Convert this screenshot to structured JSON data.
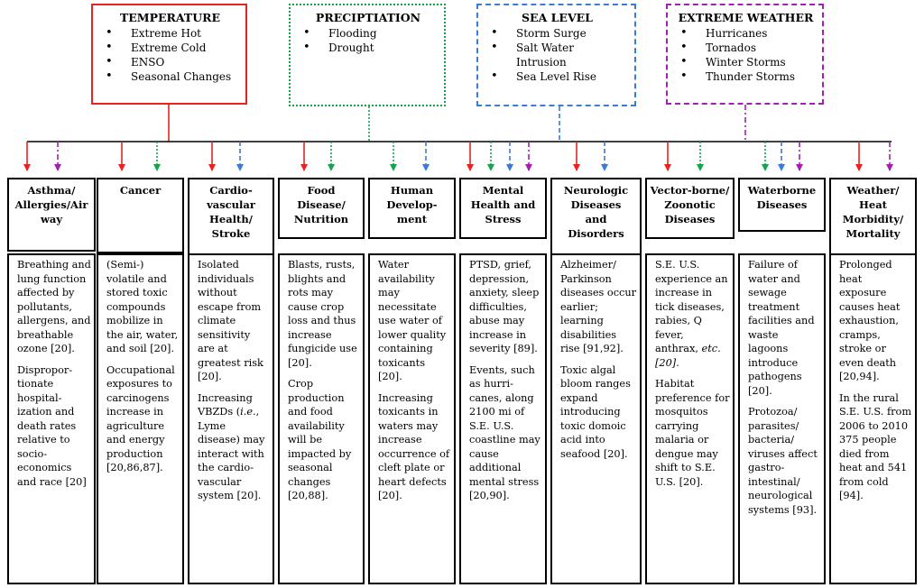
{
  "categories": [
    {
      "id": "temperature",
      "title": "TEMPERATURE",
      "color": "#e8231f",
      "style": "solid",
      "items": [
        "Extreme Hot",
        "Extreme Cold",
        "ENSO",
        "Seasonal Changes"
      ]
    },
    {
      "id": "precipitation",
      "title": "PRECIPTIATION",
      "color": "#16a34a",
      "style": "dotted",
      "items": [
        "Flooding",
        "Drought"
      ]
    },
    {
      "id": "sea-level",
      "title": "SEA LEVEL",
      "color": "#3b7bd0",
      "style": "dashed",
      "items": [
        "Storm Surge",
        "Salt Water Intrusion",
        "Sea Level Rise"
      ]
    },
    {
      "id": "extreme-weather",
      "title": "EXTREME WEATHER",
      "color": "#a020b0",
      "style": "dashdot",
      "items": [
        "Hurricanes",
        "Tornados",
        "Winter Storms",
        "Thunder Storms"
      ]
    }
  ],
  "effects": [
    {
      "id": "asthma",
      "header": [
        "Asthma/",
        "Allergies/Air",
        "way"
      ],
      "paragraphs": [
        [
          "Breathing and lung function affected by pollutants, allergens, and breathable ozone [20]."
        ],
        [
          "Dispropor-tionate hospital-ization and death rates relative to socio-economics and race [20]"
        ]
      ]
    },
    {
      "id": "cancer",
      "header": [
        "Cancer"
      ],
      "paragraphs": [
        [
          "(Semi-) volatile and stored toxic compounds mobilize in the air, water, and soil [20]."
        ],
        [
          "Occupational exposures to carcinogens increase in agriculture and energy production [20,86,87]."
        ]
      ]
    },
    {
      "id": "cardio",
      "header": [
        "Cardio-",
        "vascular",
        "Health/",
        "Stroke"
      ],
      "paragraphs": [
        [
          "Isolated individuals without escape from climate sensitivity are at greatest risk [20]."
        ],
        [
          "Increasing VBZDs (",
          "i.e.",
          ", Lyme disease) may interact with the cardio-vascular system [20]."
        ]
      ]
    },
    {
      "id": "food",
      "header": [
        "Food",
        "Disease/",
        "Nutrition"
      ],
      "paragraphs": [
        [
          "Blasts, rusts, blights and rots may cause crop loss and thus increase fungicide use [20]."
        ],
        [
          "Crop production and food availability will be impacted by seasonal changes [20,88]."
        ]
      ]
    },
    {
      "id": "human-dev",
      "header": [
        "Human",
        "Develop-",
        "ment"
      ],
      "paragraphs": [
        [
          "Water availability may necessitate use water of lower quality containing toxicants [20]."
        ],
        [
          "Increasing toxicants in waters may increase occurrence of cleft plate or heart defects [20]."
        ]
      ]
    },
    {
      "id": "mental",
      "header": [
        "Mental",
        "Health and",
        "Stress"
      ],
      "paragraphs": [
        [
          "PTSD, grief, depression, anxiety, sleep difficulties, abuse may increase in severity [89]."
        ],
        [
          "Events, such as hurri-canes, along 2100 mi of S.E. U.S. coastline may cause additional mental stress [20,90]."
        ]
      ]
    },
    {
      "id": "neuro",
      "header": [
        "Neurologic",
        "Diseases",
        "and",
        "Disorders"
      ],
      "paragraphs": [
        [
          "Alzheimer/ Parkinson diseases occur earlier; learning disabilities rise [91,92]."
        ],
        [
          "Toxic algal bloom ranges expand introducing toxic domoic acid into seafood [20]."
        ]
      ]
    },
    {
      "id": "vector",
      "header": [
        "Vector-borne/",
        "Zoonotic",
        "Diseases"
      ],
      "paragraphs": [
        [
          "S.E. U.S. experience an increase in tick diseases, rabies, Q fever, anthrax, ",
          "etc.",
          "",
          " [20]."
        ],
        [
          "Habitat preference for mosquitos carrying malaria or dengue may shift to S.E. U.S. [20]."
        ]
      ]
    },
    {
      "id": "waterborne",
      "header": [
        "Waterborne",
        "Diseases"
      ],
      "paragraphs": [
        [
          "Failure of water and sewage treatment facilities and waste lagoons introduce pathogens [20]."
        ],
        [
          "Protozoa/ parasites/ bacteria/ viruses affect gastro-intestinal/ neurological systems [93]."
        ]
      ]
    },
    {
      "id": "weather-heat",
      "header": [
        "Weather/",
        "Heat",
        "Morbidity/",
        "Mortality"
      ],
      "paragraphs": [
        [
          "Prolonged heat exposure causes heat exhaustion, cramps, stroke or even death [20,94]."
        ],
        [
          "In the rural S.E. U.S. from 2006 to 2010 375 people died from heat and 541 from cold [94]."
        ]
      ]
    }
  ],
  "links": [
    {
      "effect": "asthma",
      "categories": [
        "temperature",
        "extreme-weather"
      ]
    },
    {
      "effect": "cancer",
      "categories": [
        "temperature",
        "precipitation"
      ]
    },
    {
      "effect": "cardio",
      "categories": [
        "temperature",
        "sea-level"
      ]
    },
    {
      "effect": "food",
      "categories": [
        "temperature",
        "precipitation"
      ]
    },
    {
      "effect": "human-dev",
      "categories": [
        "precipitation",
        "sea-level"
      ]
    },
    {
      "effect": "mental",
      "categories": [
        "temperature",
        "precipitation",
        "sea-level",
        "extreme-weather"
      ]
    },
    {
      "effect": "neuro",
      "categories": [
        "temperature",
        "sea-level"
      ]
    },
    {
      "effect": "vector",
      "categories": [
        "temperature",
        "precipitation"
      ]
    },
    {
      "effect": "waterborne",
      "categories": [
        "precipitation",
        "sea-level",
        "extreme-weather"
      ]
    },
    {
      "effect": "weather-heat",
      "categories": [
        "temperature",
        "extreme-weather"
      ]
    }
  ]
}
